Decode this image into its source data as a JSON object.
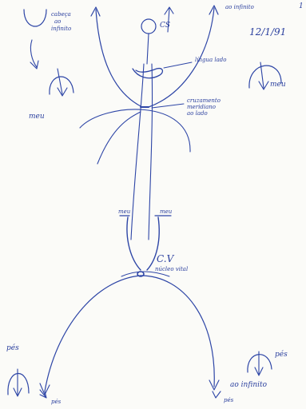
{
  "sheet": {
    "page_number": "1",
    "date": "12/1/91",
    "ink_color": "#2d45a6",
    "paper_color": "#fbfbf8"
  },
  "labels": {
    "top_right": "ao infinito",
    "cs": "CS",
    "top_left": [
      "cabeça",
      "ao",
      "infinito"
    ],
    "tongue": "língua lado",
    "crossing": [
      "cruzamento",
      "meridiano",
      "ao lado"
    ],
    "left_mouth": "meu",
    "right_mouth": "meu",
    "side_left": "meu",
    "side_right": "meu",
    "cv": "C.V",
    "cv_sub": "núcleo vital",
    "foot_left_top": "pés",
    "foot_left_bottom": "pés",
    "foot_right_top": "pés",
    "bottom_right": "ao infinito",
    "bottom_right_sub": "pés"
  }
}
